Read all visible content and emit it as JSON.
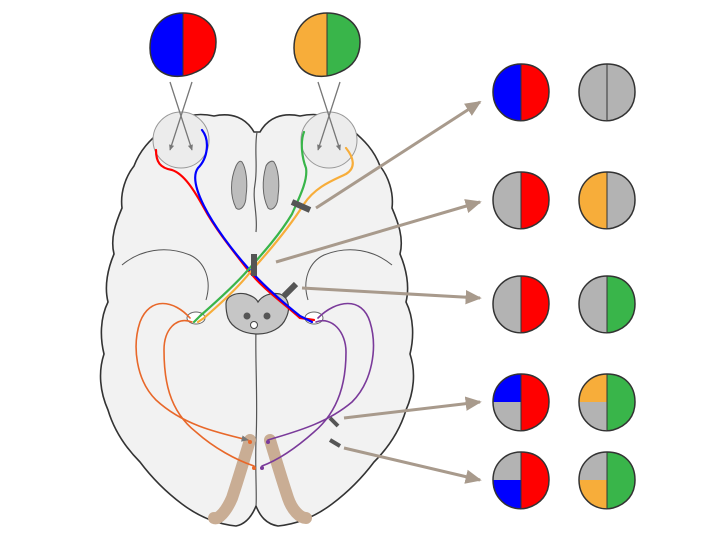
{
  "colors": {
    "left_temporal": "#0000ff",
    "left_nasal": "#ff0000",
    "right_nasal": "#f7ad3a",
    "right_temporal": "#39b54a",
    "blind": "#b3b3b3",
    "radiation": "#e8682a",
    "radiation_right": "#7a3a9a",
    "brain_fill": "#f2f2f2",
    "outline": "#333333",
    "arrow": "#a89a8c",
    "lesion": "#555555",
    "calcarine": "#c9ad94"
  },
  "visual_fields_intact": {
    "left_eye": {
      "left_half": "left_temporal",
      "right_half": "left_nasal"
    },
    "right_eye": {
      "left_half": "right_nasal",
      "right_half": "right_temporal"
    }
  },
  "lesion_rows": [
    {
      "id": "optic-nerve",
      "left": {
        "tl": "left_temporal",
        "bl": "left_temporal",
        "tr": "left_nasal",
        "br": "left_nasal"
      },
      "right": {
        "tl": "blind",
        "bl": "blind",
        "tr": "blind",
        "br": "blind"
      }
    },
    {
      "id": "optic-chiasm",
      "left": {
        "tl": "blind",
        "bl": "blind",
        "tr": "left_nasal",
        "br": "left_nasal"
      },
      "right": {
        "tl": "right_nasal",
        "bl": "right_nasal",
        "tr": "blind",
        "br": "blind"
      }
    },
    {
      "id": "optic-tract",
      "left": {
        "tl": "blind",
        "bl": "blind",
        "tr": "left_nasal",
        "br": "left_nasal"
      },
      "right": {
        "tl": "blind",
        "bl": "blind",
        "tr": "right_temporal",
        "br": "right_temporal"
      }
    },
    {
      "id": "meyer-loop",
      "left": {
        "tl": "left_temporal",
        "bl": "blind",
        "tr": "left_nasal",
        "br": "left_nasal"
      },
      "right": {
        "tl": "right_nasal",
        "bl": "blind",
        "tr": "right_temporal",
        "br": "right_temporal"
      }
    },
    {
      "id": "parietal-radiation",
      "left": {
        "tl": "blind",
        "bl": "left_temporal",
        "tr": "left_nasal",
        "br": "left_nasal"
      },
      "right": {
        "tl": "blind",
        "bl": "right_nasal",
        "tr": "right_temporal",
        "br": "right_temporal"
      }
    }
  ]
}
